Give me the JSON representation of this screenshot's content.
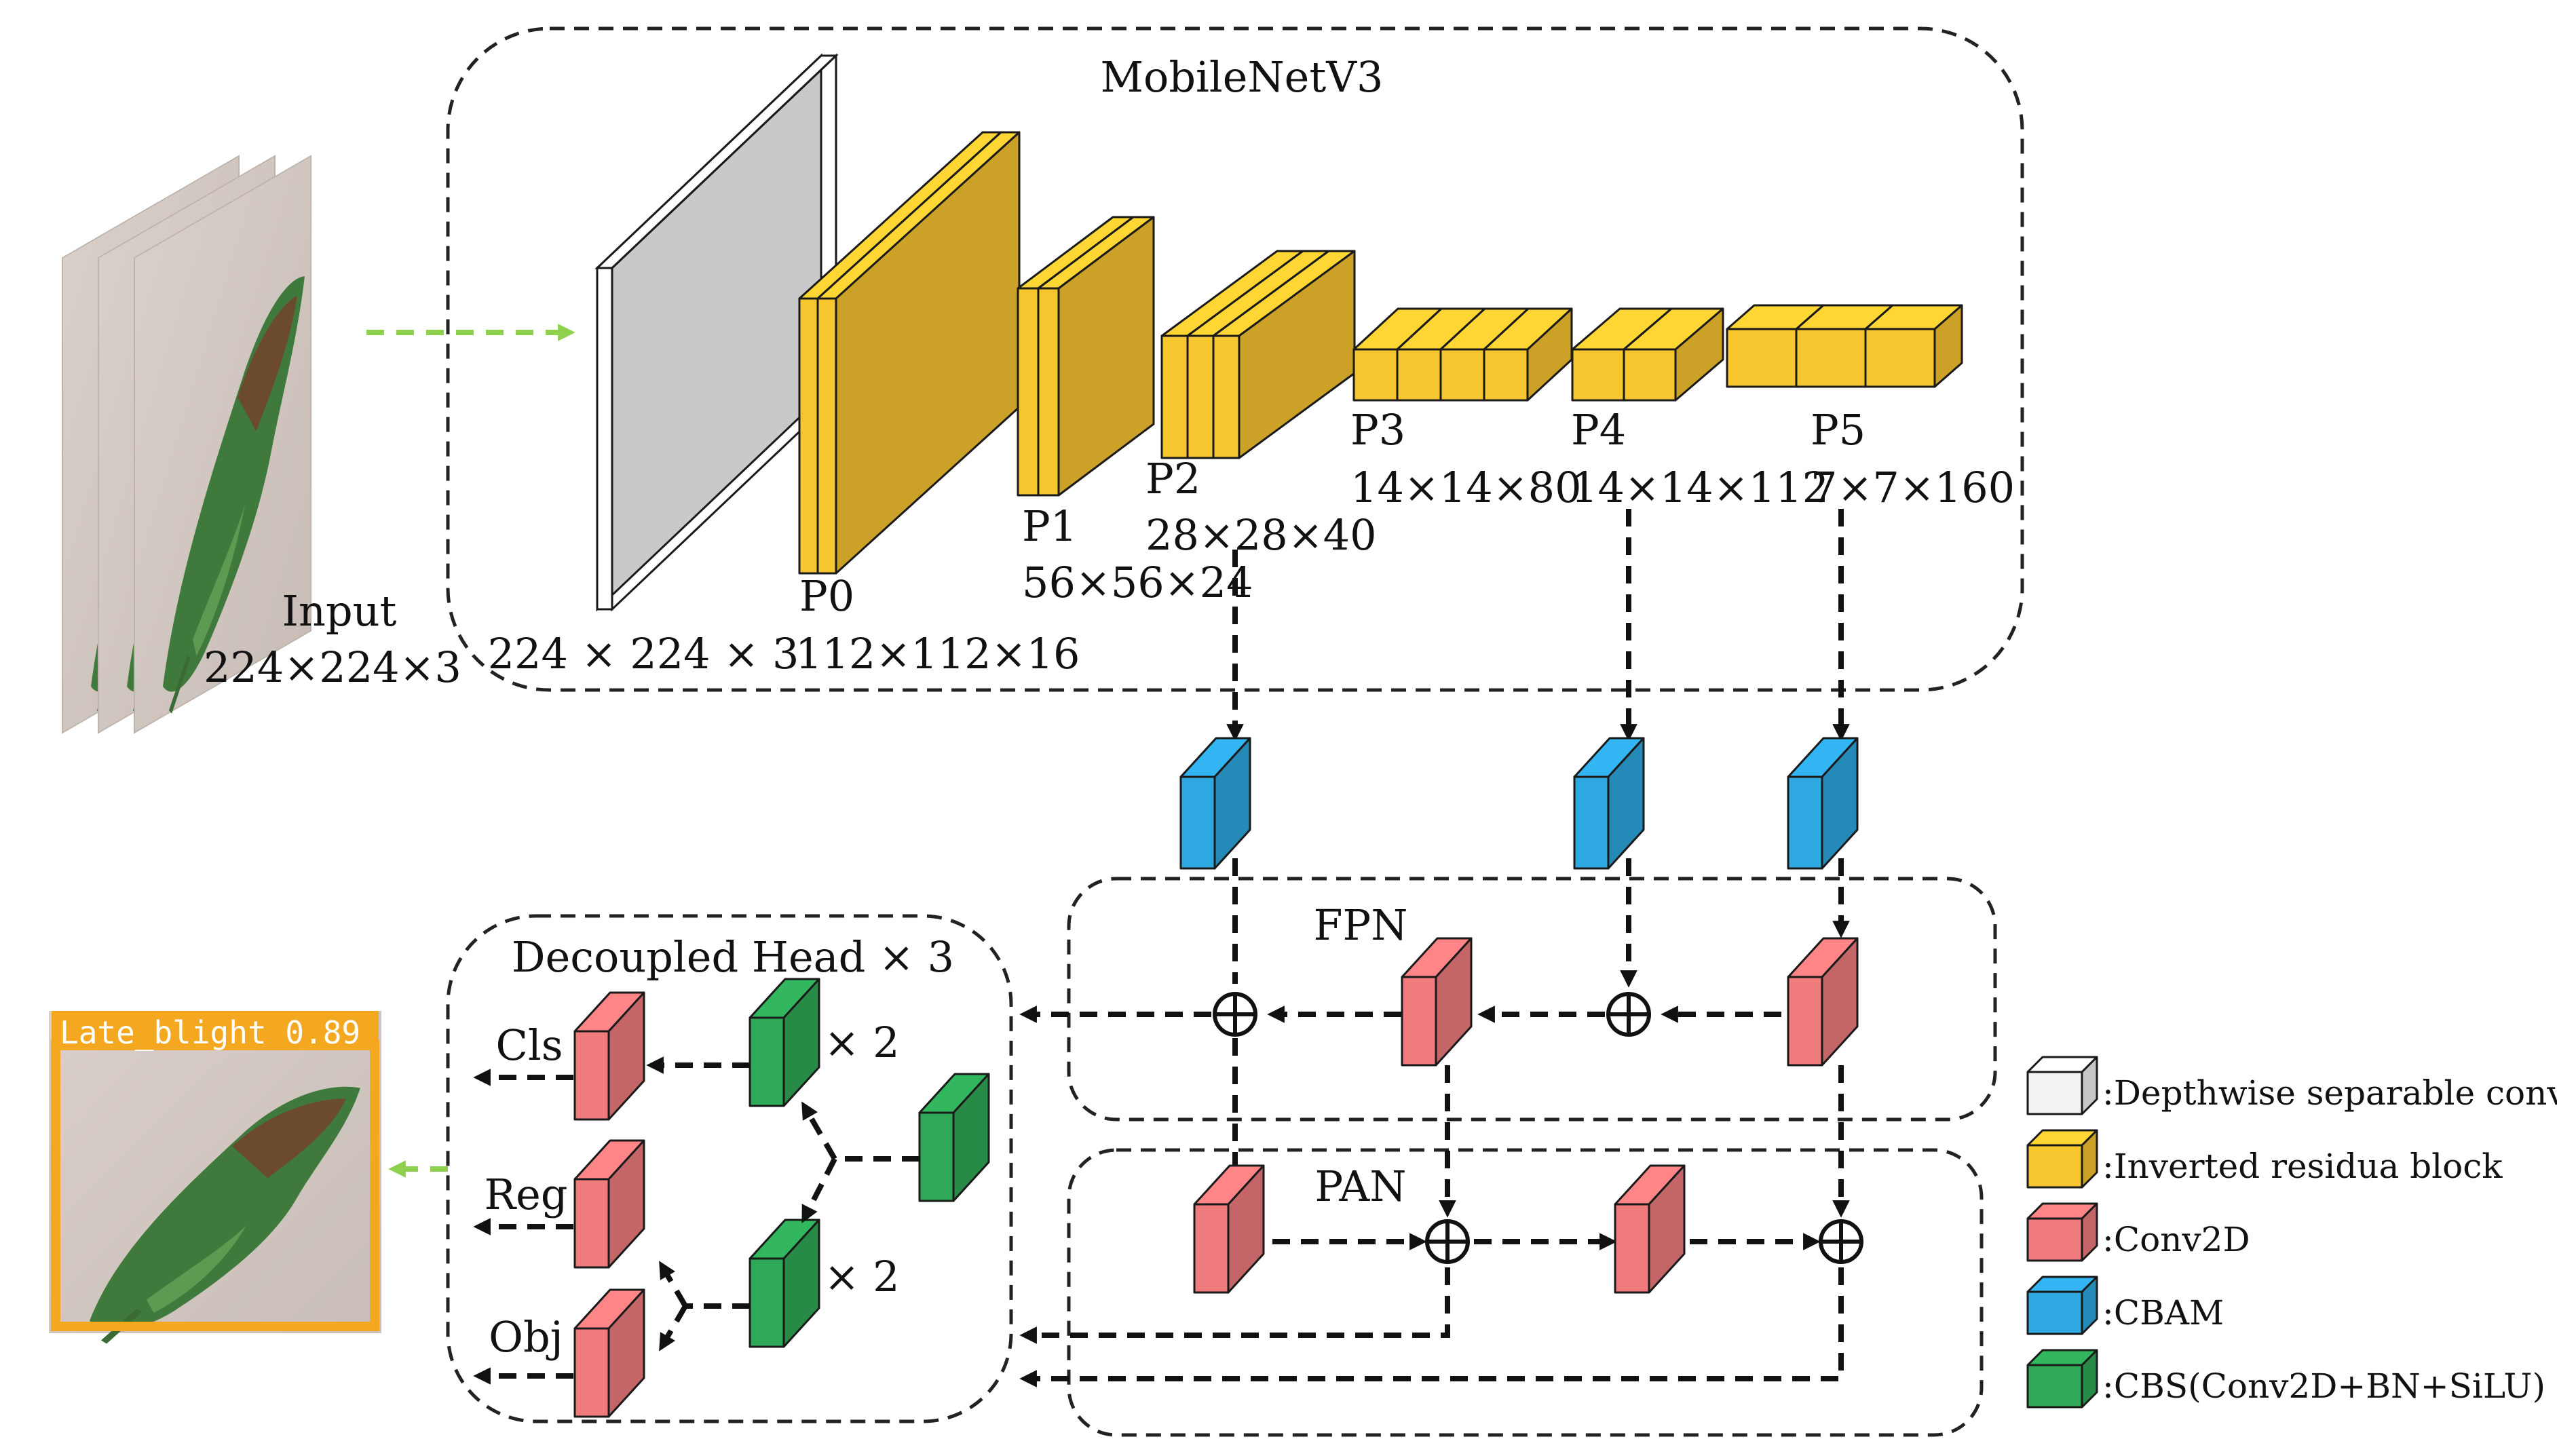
{
  "backbone": {
    "title": "MobileNetV3",
    "input_label": "Input",
    "input_dims": "224×224×3",
    "conv_dims": "224 × 224 × 3",
    "stages": [
      {
        "name": "P0",
        "dims": "112×112×16"
      },
      {
        "name": "P1",
        "dims": "56×56×24"
      },
      {
        "name": "P2",
        "dims": "28×28×40"
      },
      {
        "name": "P3",
        "dims": "14×14×80"
      },
      {
        "name": "P4",
        "dims": "14×14×112"
      },
      {
        "name": "P5",
        "dims": "7×7×160"
      }
    ]
  },
  "neck": {
    "fpn_label": "FPN",
    "pan_label": "PAN"
  },
  "head": {
    "title": "Decoupled Head × 3",
    "outputs": [
      "Cls",
      "Reg",
      "Obj"
    ],
    "repeat_label": "× 2"
  },
  "result": {
    "detection_label": "Late_blight 0.89"
  },
  "legend": [
    {
      "label": ":Depthwise separable conv",
      "color": "#f2f2f2"
    },
    {
      "label": ":Inverted residua block",
      "color": "#f7c62f"
    },
    {
      "label": ":Conv2D",
      "color": "#ef7b7d"
    },
    {
      "label": ":CBAM",
      "color": "#2ea8e0"
    },
    {
      "label": ":CBS(Conv2D+BN+SiLU)",
      "color": "#2fa957"
    }
  ],
  "colors": {
    "gold": "#f7c62f",
    "red": "#ef7b7d",
    "blue": "#2ea8e0",
    "green": "#2fa957",
    "gray": "#c9c9c9",
    "arrow_green": "#8fd14f",
    "detection_box": "#f3a820"
  },
  "icons": [
    "leaf-image",
    "plus-circle-icon",
    "arrow-icon"
  ]
}
